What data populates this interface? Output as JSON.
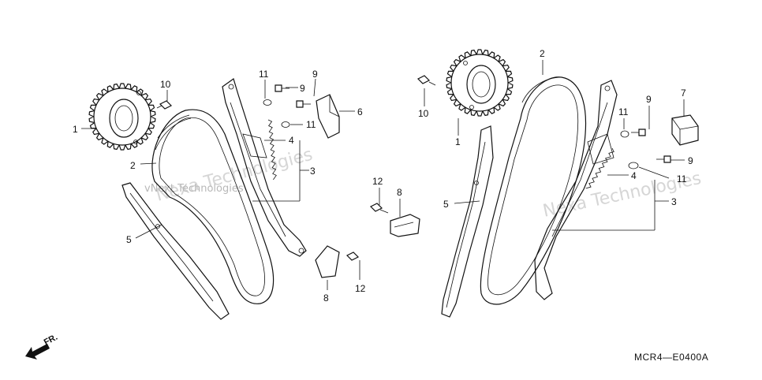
{
  "diagram_code": "MCR4—E0400A",
  "direction_marker": "FR.",
  "watermark_texts": [
    "vNext Technologies",
    "Nexa Technologies",
    "Nexa Technologies"
  ],
  "left_group": {
    "callouts": [
      "1",
      "2",
      "3",
      "4",
      "5",
      "6",
      "8",
      "9",
      "10",
      "11",
      "11",
      "12",
      "8",
      "12"
    ]
  },
  "right_group": {
    "callouts": [
      "1",
      "2",
      "3",
      "4",
      "5",
      "7",
      "9",
      "9",
      "10",
      "11",
      "11"
    ]
  }
}
